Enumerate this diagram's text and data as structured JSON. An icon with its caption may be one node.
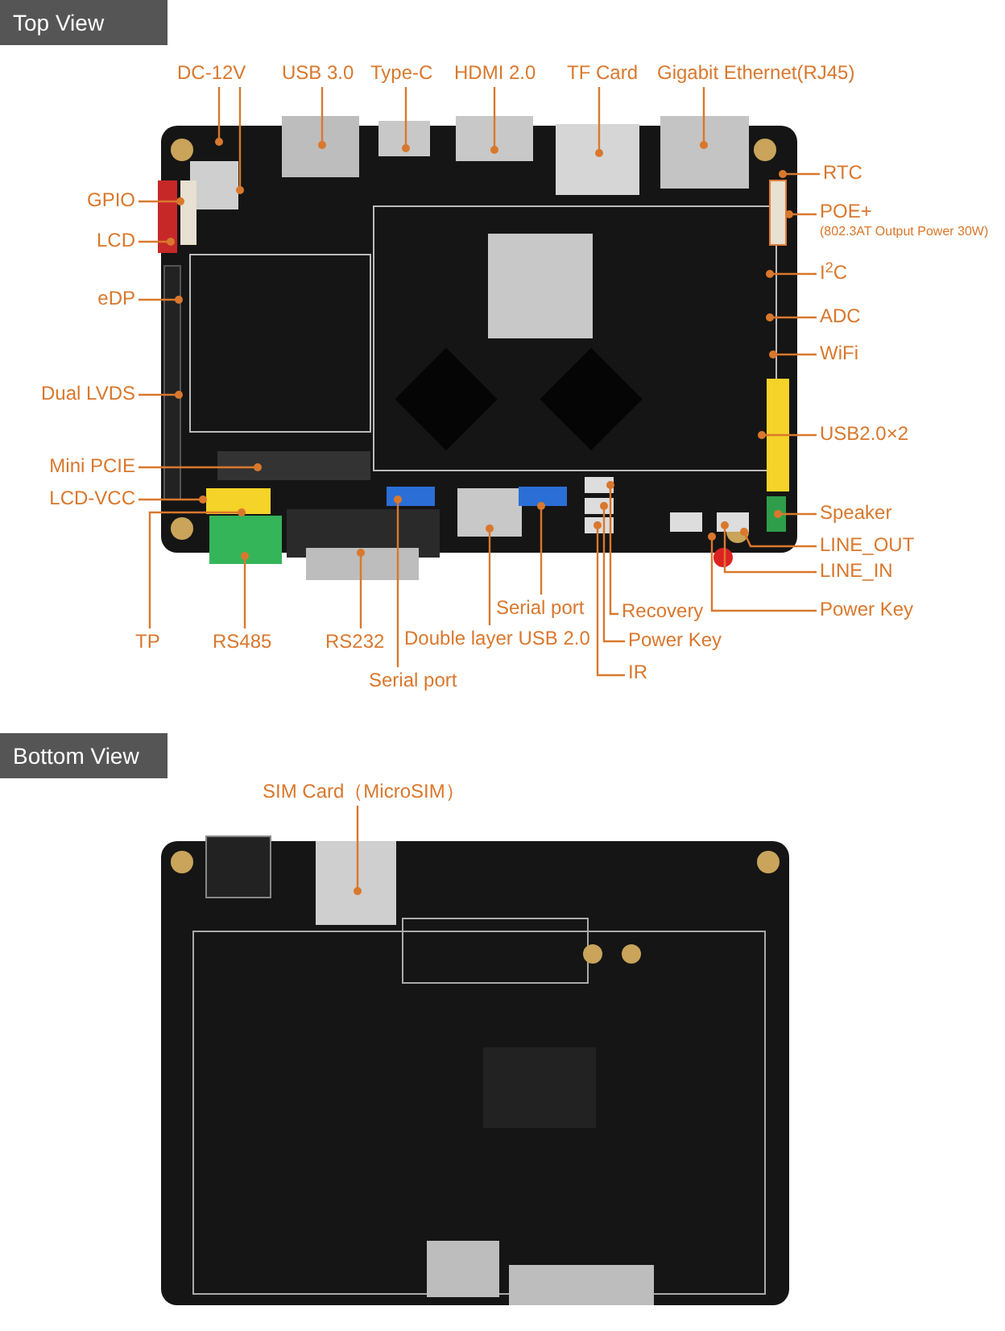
{
  "diagram": {
    "nodes": [
      {
        "text": [
          "DC-12V"
        ]
      },
      {
        "text": [
          "USB 3.0"
        ]
      },
      {
        "text": [
          "Type-C"
        ]
      },
      {
        "text": [
          "HDMI 2.0"
        ]
      },
      {
        "text": [
          "TF Card"
        ]
      },
      {
        "text": [
          "Gigabit Ethernet(RJ45)"
        ]
      },
      {
        "text": [
          "RTC"
        ]
      },
      {
        "text": [
          "POE+",
          "(802.3AT Output Power 30W)"
        ]
      },
      {
        "text": [
          "I$^{2}$C"
        ]
      },
      {
        "text": [
          "ADC"
        ]
      },
      {
        "text": [
          "WiFi"
        ]
      },
      {
        "text": [
          "USB2.0×2"
        ]
      },
      {
        "text": [
          "Speaker"
        ]
      },
      {
        "text": [
          "LINE_OUT"
        ]
      },
      {
        "text": [
          "LINE_IN"
        ]
      },
      {
        "text": [
          "Power Key"
        ]
      },
      {
        "text": [
          "GPIO"
        ]
      },
      {
        "text": [
          "LCD"
        ]
      },
      {
        "text": [
          "eDP"
        ]
      },
      {
        "text": [
          "Dual LVDS"
        ]
      },
      {
        "text": [
          "Mini PCIE"
        ]
      },
      {
        "text": [
          "LCD-VCC"
        ]
      },
      {
        "text": [
          "TP"
        ]
      },
      {
        "text": [
          "RS485"
        ]
      },
      {
        "text": [
          "RS232"
        ]
      },
      {
        "text": [
          "Double layer USB 2.0"
        ]
      },
      {
        "text": [
          "Serial port"
        ]
      },
      {
        "text": [
          "Serial port"
        ]
      },
      {
        "text": [
          "Recovery"
        ]
      },
      {
        "text": [
          "Power Key"
        ]
      },
      {
        "text": [
          "IR"
        ]
      },
      {
        "text": [
          "SIM Card（MicroSIM）"
        ]
      }
    ],
    "edges": [
      {
        "from": 0,
        "to": null,
        "arrow": "other"
      },
      {
        "from": 0,
        "to": null,
        "arrow": "other"
      },
      {
        "from": 1,
        "to": null,
        "arrow": "other"
      },
      {
        "from": 2,
        "to": null,
        "arrow": "other"
      },
      {
        "from": 3,
        "to": null,
        "arrow": "other"
      },
      {
        "from": 4,
        "to": null,
        "arrow": "other"
      },
      {
        "from": 5,
        "to": null,
        "arrow": "other"
      },
      {
        "from": 6,
        "to": null,
        "arrow": "other"
      },
      {
        "from": 7,
        "to": null,
        "arrow": "other"
      },
      {
        "from": 8,
        "to": null,
        "arrow": "other"
      },
      {
        "from": 9,
        "to": null,
        "arrow": "other"
      },
      {
        "from": 10,
        "to": null,
        "arrow": "other"
      },
      {
        "from": 11,
        "to": null,
        "arrow": "other"
      },
      {
        "from": 12,
        "to": null,
        "arrow": "other"
      },
      {
        "from": 13,
        "to": null,
        "arrow": "other"
      },
      {
        "from": 14,
        "to": null,
        "arrow": "other"
      },
      {
        "from": 15,
        "to": null,
        "arrow": "other"
      },
      {
        "from": 16,
        "to": null,
        "arrow": "other"
      },
      {
        "from": 17,
        "to": null,
        "arrow": "other"
      },
      {
        "from": 18,
        "to": null,
        "arrow": "other"
      },
      {
        "from": 19,
        "to": null,
        "arrow": "other"
      },
      {
        "from": 20,
        "to": null,
        "arrow": "other"
      },
      {
        "from": 21,
        "to": null,
        "arrow": "other"
      },
      {
        "from": 22,
        "to": null,
        "arrow": "other"
      },
      {
        "from": 23,
        "to": null,
        "arrow": "other"
      },
      {
        "from": 24,
        "to": null,
        "arrow": "other"
      },
      {
        "from": 25,
        "to": null,
        "arrow": "other"
      },
      {
        "from": 26,
        "to": null,
        "arrow": "other"
      },
      {
        "from": 27,
        "to": null,
        "arrow": "other"
      },
      {
        "from": 28,
        "to": null,
        "arrow": "other"
      },
      {
        "from": 29,
        "to": null,
        "arrow": "other"
      },
      {
        "from": 30,
        "to": null,
        "arrow": "other"
      },
      {
        "from": 31,
        "to": null,
        "arrow": "other"
      }
    ],
    "labels": [
      "Top View",
      "Bottom View"
    ]
  }
}
